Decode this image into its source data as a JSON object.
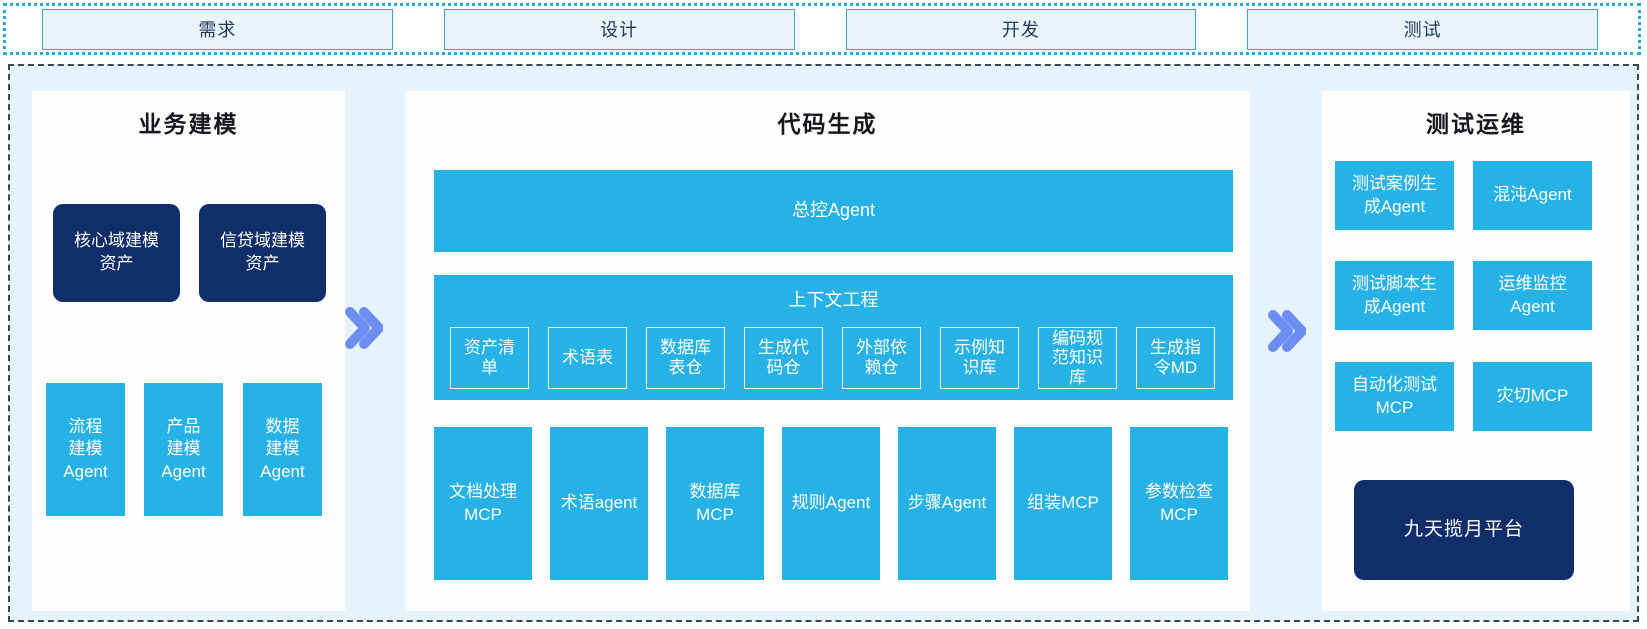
{
  "top_phases": [
    "需求",
    "设计",
    "开发",
    "测试"
  ],
  "left_panel": {
    "title": "业务建模",
    "assets": [
      "核心域建模\n资产",
      "信贷域建模\n资产"
    ],
    "agents": [
      "流程\n建模\nAgent",
      "产品\n建模\nAgent",
      "数据\n建模\nAgent"
    ]
  },
  "middle_panel": {
    "title": "代码生成",
    "master_agent": "总控Agent",
    "context_title": "上下文工程",
    "context_items": [
      "资产清\n单",
      "术语表",
      "数据库\n表仓",
      "生成代\n码仓",
      "外部依\n赖仓",
      "示例知\n识库",
      "编码规\n范知识\n库",
      "生成指\n令MD"
    ],
    "bottom_items": [
      "文档处理\nMCP",
      "术语agent",
      "数据库\nMCP",
      "规则Agent",
      "步骤Agent",
      "组装MCP",
      "参数检查\nMCP"
    ]
  },
  "right_panel": {
    "title": "测试运维",
    "boxes": [
      "测试案例生\n成Agent",
      "混沌Agent",
      "测试脚本生\n成Agent",
      "运维监控\nAgent",
      "自动化测试\nMCP",
      "灾切MCP"
    ],
    "platform": "九天揽月平台"
  },
  "icons": {
    "flow_arrow": "double-chevron-right"
  },
  "colors": {
    "node_cyan": "#26b1e7",
    "node_navy": "#102e6a",
    "arrow_blue": "#6c8ef2",
    "container_bg": "#e7f3fc",
    "panel_bg": "#fdfdfe",
    "dashed_border": "#33475f",
    "dotted_border": "#2aa9d6",
    "phase_box_bg": "#eaf4fb",
    "phase_box_border": "#3f9fd8",
    "phase_text": "#20395f",
    "title_text": "#16181d"
  }
}
